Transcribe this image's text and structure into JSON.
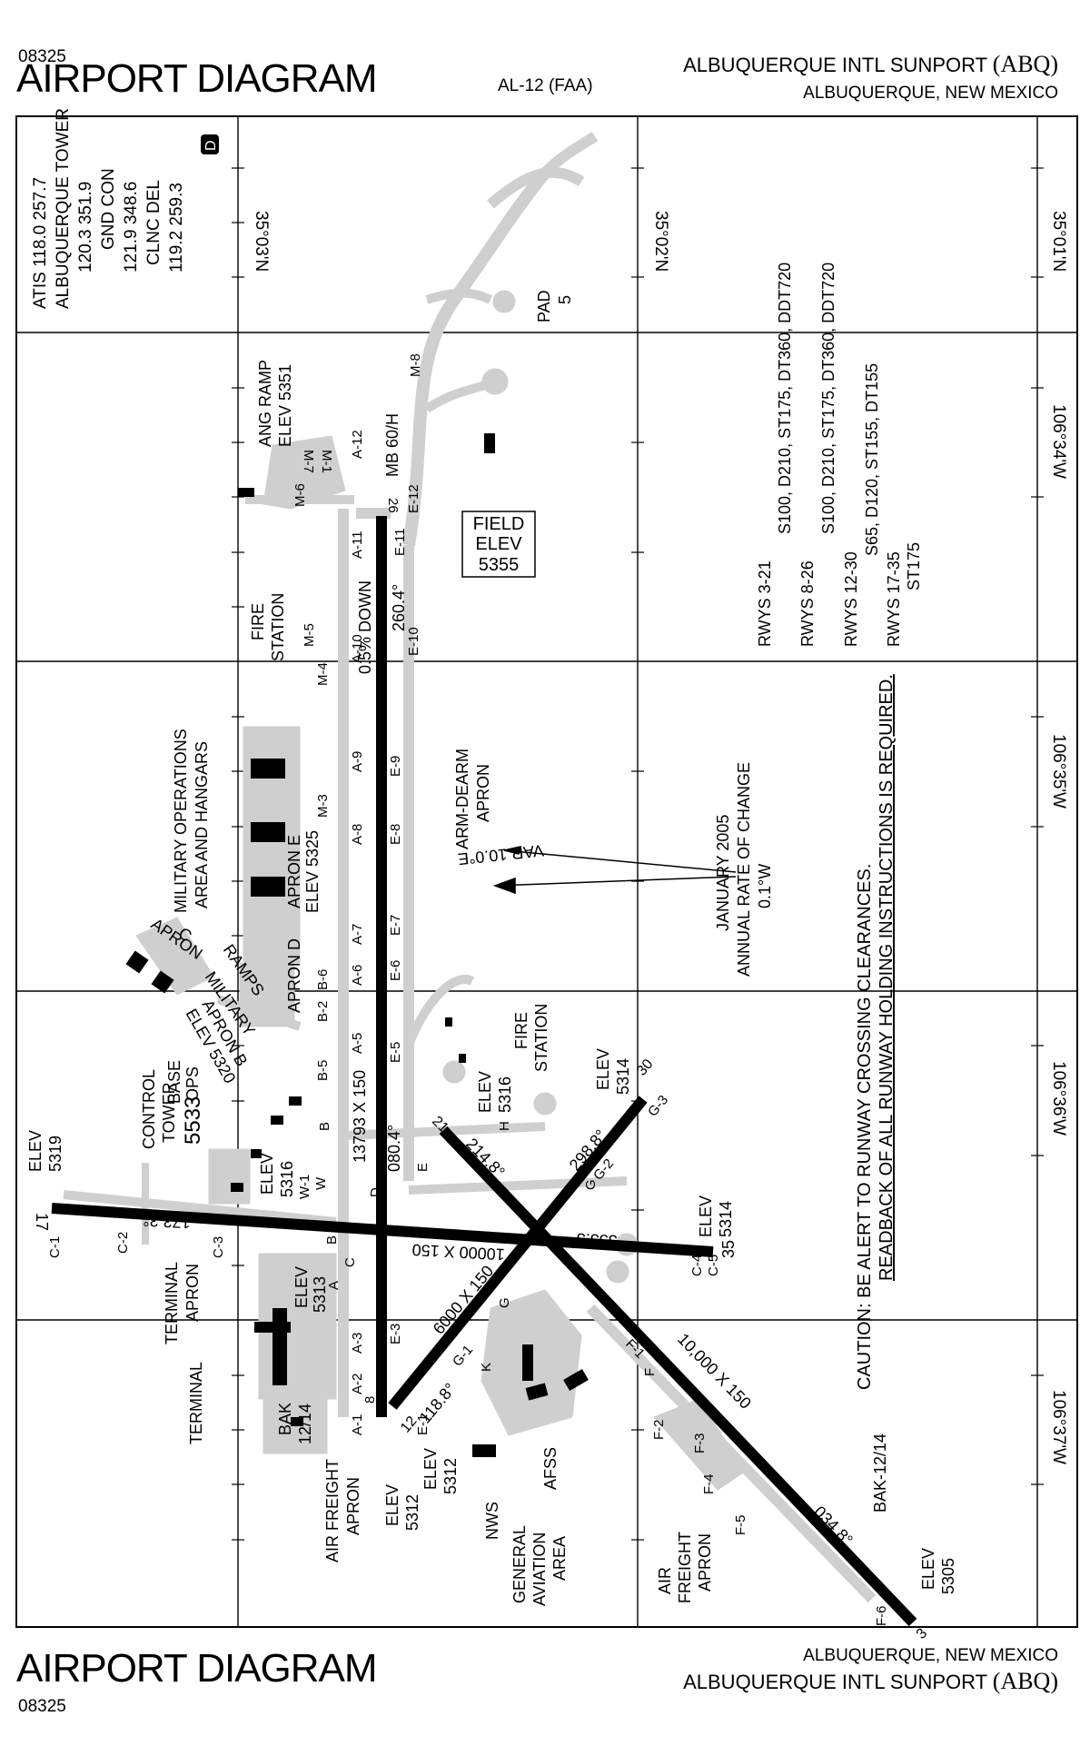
{
  "header": {
    "code": "08325",
    "title": "AIRPORT DIAGRAM",
    "chart_ref": "AL-12 (FAA)",
    "airport_name": "ALBUQUERQUE INTL SUNPORT",
    "airport_id": "(ABQ)",
    "city_state": "ALBUQUERQUE, NEW MEXICO"
  },
  "footer": {
    "title": "AIRPORT DIAGRAM",
    "code": "08325",
    "city_state": "ALBUQUERQUE, NEW MEXICO",
    "airport_name": "ALBUQUERQUE INTL SUNPORT",
    "airport_id": "(ABQ)"
  },
  "frequencies": {
    "atis": "ATIS 118.0 257.7",
    "tower_label": "ALBUQUERQUE TOWER",
    "tower": "120.3 351.9",
    "gnd_label": "GND CON",
    "gnd": "121.9 348.6",
    "clnc_label": "CLNC DEL",
    "clnc": "119.2 259.3",
    "badge": "D"
  },
  "coords": {
    "lat": [
      "35°03'N",
      "35°02'N",
      "35°01'N"
    ],
    "lon": [
      "106°34'W",
      "106°35'W",
      "106°36'W",
      "106°37'W"
    ]
  },
  "runways": {
    "r8_26": {
      "end_a": "8",
      "end_b": "26",
      "dims": "13793 X 150",
      "hdg_a": "080.4°",
      "hdg_b": "260.4°",
      "slope": "0.5% DOWN"
    },
    "r17_35": {
      "end_a": "17",
      "end_b": "35",
      "dims": "10000 X 150",
      "hdg_a": "173.3°",
      "hdg_b": "353.3°"
    },
    "r3_21": {
      "end_a": "3",
      "end_b": "21",
      "dims": "10,000 X 150",
      "hdg_a": "034.8°",
      "hdg_b": "214.8°"
    },
    "r12_30": {
      "end_a": "12",
      "end_b": "30",
      "dims": "6000 X 150",
      "hdg_a": "118.8°",
      "hdg_b": "298.8°"
    }
  },
  "labels": {
    "field_elev": [
      "FIELD",
      "ELEV",
      "5355"
    ],
    "pad": [
      "PAD",
      "5"
    ],
    "mb": "MB 60/H",
    "ang_ramp": [
      "ANG RAMP",
      "ELEV 5351"
    ],
    "fire_station": [
      "FIRE",
      "STATION"
    ],
    "mil_ops": [
      "MILITARY OPERATIONS",
      "AREA AND HANGARS"
    ],
    "apron_e": [
      "APRON E",
      "ELEV 5325"
    ],
    "apron_d": "APRON D",
    "mil_ramps": [
      "MILITARY",
      "RAMPS"
    ],
    "apron_c": [
      "APRON",
      "C"
    ],
    "apron_b": [
      "APRON B",
      "ELEV 5320"
    ],
    "base_ops": [
      "BASE",
      "OPS"
    ],
    "control_tower": [
      "CONTROL",
      "TOWER",
      "5533"
    ],
    "elev_5319": [
      "ELEV",
      "5319"
    ],
    "elev_5316w": [
      "ELEV",
      "5316"
    ],
    "terminal_apron": [
      "TERMINAL",
      "APRON"
    ],
    "elev_5313": [
      "ELEV",
      "5313"
    ],
    "terminal": "TERMINAL",
    "bak_left": [
      "BAK",
      "12/14"
    ],
    "air_freight_left": [
      "AIR FREIGHT",
      "APRON"
    ],
    "elev_5312a": [
      "ELEV",
      "5312"
    ],
    "elev_5312b": [
      "ELEV",
      "5312"
    ],
    "nws": "NWS",
    "ga": [
      "GENERAL",
      "AVIATION",
      "AREA"
    ],
    "afss": "AFSS",
    "air_freight_right": [
      "AIR",
      "FREIGHT",
      "APRON"
    ],
    "elev_5305": [
      "ELEV",
      "5305"
    ],
    "bak_right": "BAK-12/14",
    "elev_5314a": [
      "ELEV",
      "5314"
    ],
    "elev_5314b": [
      "ELEV",
      "5314"
    ],
    "elev_5316": [
      "ELEV",
      "5316"
    ],
    "fire_station2": [
      "FIRE",
      "STATION"
    ],
    "arm_dearm": [
      "ARM-DEARM",
      "APRON"
    ],
    "var": "VAR 10.0°E",
    "magvar": [
      "JANUARY 2005",
      "ANNUAL RATE OF CHANGE",
      "0.1°W"
    ],
    "caution": [
      "CAUTION: BE ALERT TO RUNWAY CROSSING CLEARANCES.",
      "READBACK OF ALL RUNWAY HOLDING INSTRUCTIONS IS REQUIRED."
    ],
    "weights": [
      "RWYS 3-21",
      "S100, D210, ST175, DT360, DDT720",
      "RWYS 8-26",
      "S100, D210, ST175, DT360, DDT720",
      "RWYS 12-30",
      "S65, D120, ST155, DT155",
      "RWYS 17-35",
      "ST175"
    ]
  },
  "taxiways": {
    "a_series": [
      "A-1",
      "A-2",
      "A-3",
      "A-5",
      "A-6",
      "A-7",
      "A-8",
      "A-9",
      "A-10",
      "A-11",
      "A-12"
    ],
    "b_series": [
      "B",
      "B-2",
      "B-5",
      "B-6"
    ],
    "c_series": [
      "C-1",
      "C-2",
      "C-3",
      "C-4",
      "C-5"
    ],
    "e_series": [
      "E-1",
      "E-3",
      "E-5",
      "E-6",
      "E-7",
      "E-8",
      "E-9",
      "E-10",
      "E-11",
      "E-12"
    ],
    "f_series": [
      "F-1",
      "F-2",
      "F-3",
      "F-4",
      "F-5",
      "F-6"
    ],
    "g_series": [
      "G",
      "G-1",
      "G-2",
      "G-3"
    ],
    "m_series": [
      "M-1",
      "M-3",
      "M-4",
      "M-5",
      "M-6",
      "M-7",
      "M-8"
    ],
    "single": [
      "A",
      "B",
      "C",
      "D",
      "E",
      "F",
      "G",
      "H",
      "K",
      "W",
      "W-1"
    ]
  }
}
